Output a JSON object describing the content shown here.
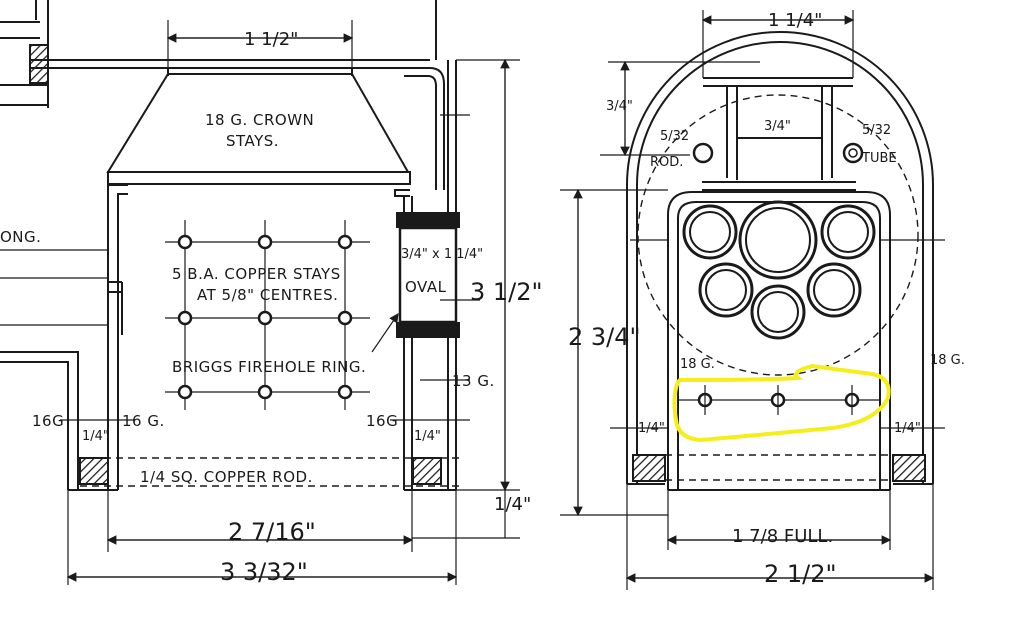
{
  "labels": {
    "crown_stays_1": "18 G. CROWN",
    "crown_stays_2": "STAYS.",
    "long_fragment": "ONG.",
    "copper_stays_1": "5 B.A. COPPER STAYS",
    "copper_stays_2": "AT 5/8\" CENTRES.",
    "firehole_ring": "BRIGGS FIREHOLE RING.",
    "oval_size": "3/4\" x 1 1/4\"",
    "oval": "OVAL",
    "gauge_13": "13 G.",
    "gauge_16_left": "16G",
    "gauge_16_mid": "16 G.",
    "gauge_16_right": "16G",
    "copper_rod": "1/4 SQ. COPPER ROD.",
    "rod_size": "5/32",
    "rod": "ROD.",
    "tube_size": "5/32",
    "tube": "TUBE",
    "gauge_18_left": "18 G.",
    "gauge_18_right": "18 G."
  },
  "dimensions": {
    "top_width_left": "1 1/2\"",
    "height_total": "3 1/2\"",
    "quarter_a": "1/4\"",
    "quarter_b": "1/4\"",
    "quarter_c": "1/4\"",
    "inner_width": "2 7/16\"",
    "outer_width": "3 3/32\"",
    "top_width_right": "1 1/4\"",
    "top_gap": "3/4\"",
    "inner_gap": "3/4\"",
    "height_right": "2 3/4\"",
    "quarter_d": "1/4\"",
    "quarter_e": "1/4\"",
    "full_width": "1 7/8 FULL.",
    "outer_width_right": "2 1/2\""
  },
  "colors": {
    "ink": "#1a1a1a",
    "highlight": "#f5ee1b",
    "paper": "#ffffff"
  }
}
